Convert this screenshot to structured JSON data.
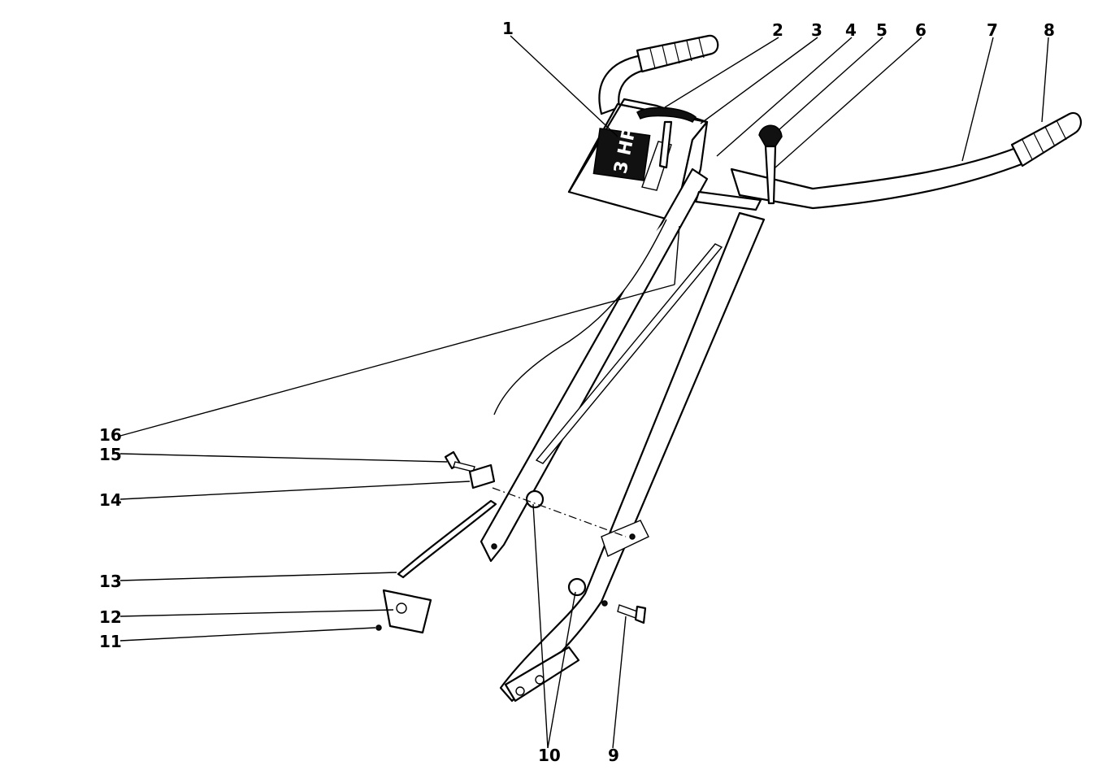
{
  "diagram": {
    "decal_text": "3 HP",
    "callouts": [
      {
        "id": "1",
        "label": "1"
      },
      {
        "id": "2",
        "label": "2"
      },
      {
        "id": "3",
        "label": "3"
      },
      {
        "id": "4",
        "label": "4"
      },
      {
        "id": "5",
        "label": "5"
      },
      {
        "id": "6",
        "label": "6"
      },
      {
        "id": "7",
        "label": "7"
      },
      {
        "id": "8",
        "label": "8"
      },
      {
        "id": "9",
        "label": "9"
      },
      {
        "id": "10",
        "label": "10"
      },
      {
        "id": "11",
        "label": "11"
      },
      {
        "id": "12",
        "label": "12"
      },
      {
        "id": "13",
        "label": "13"
      },
      {
        "id": "14",
        "label": "14"
      },
      {
        "id": "15",
        "label": "15"
      },
      {
        "id": "16",
        "label": "16"
      }
    ]
  }
}
